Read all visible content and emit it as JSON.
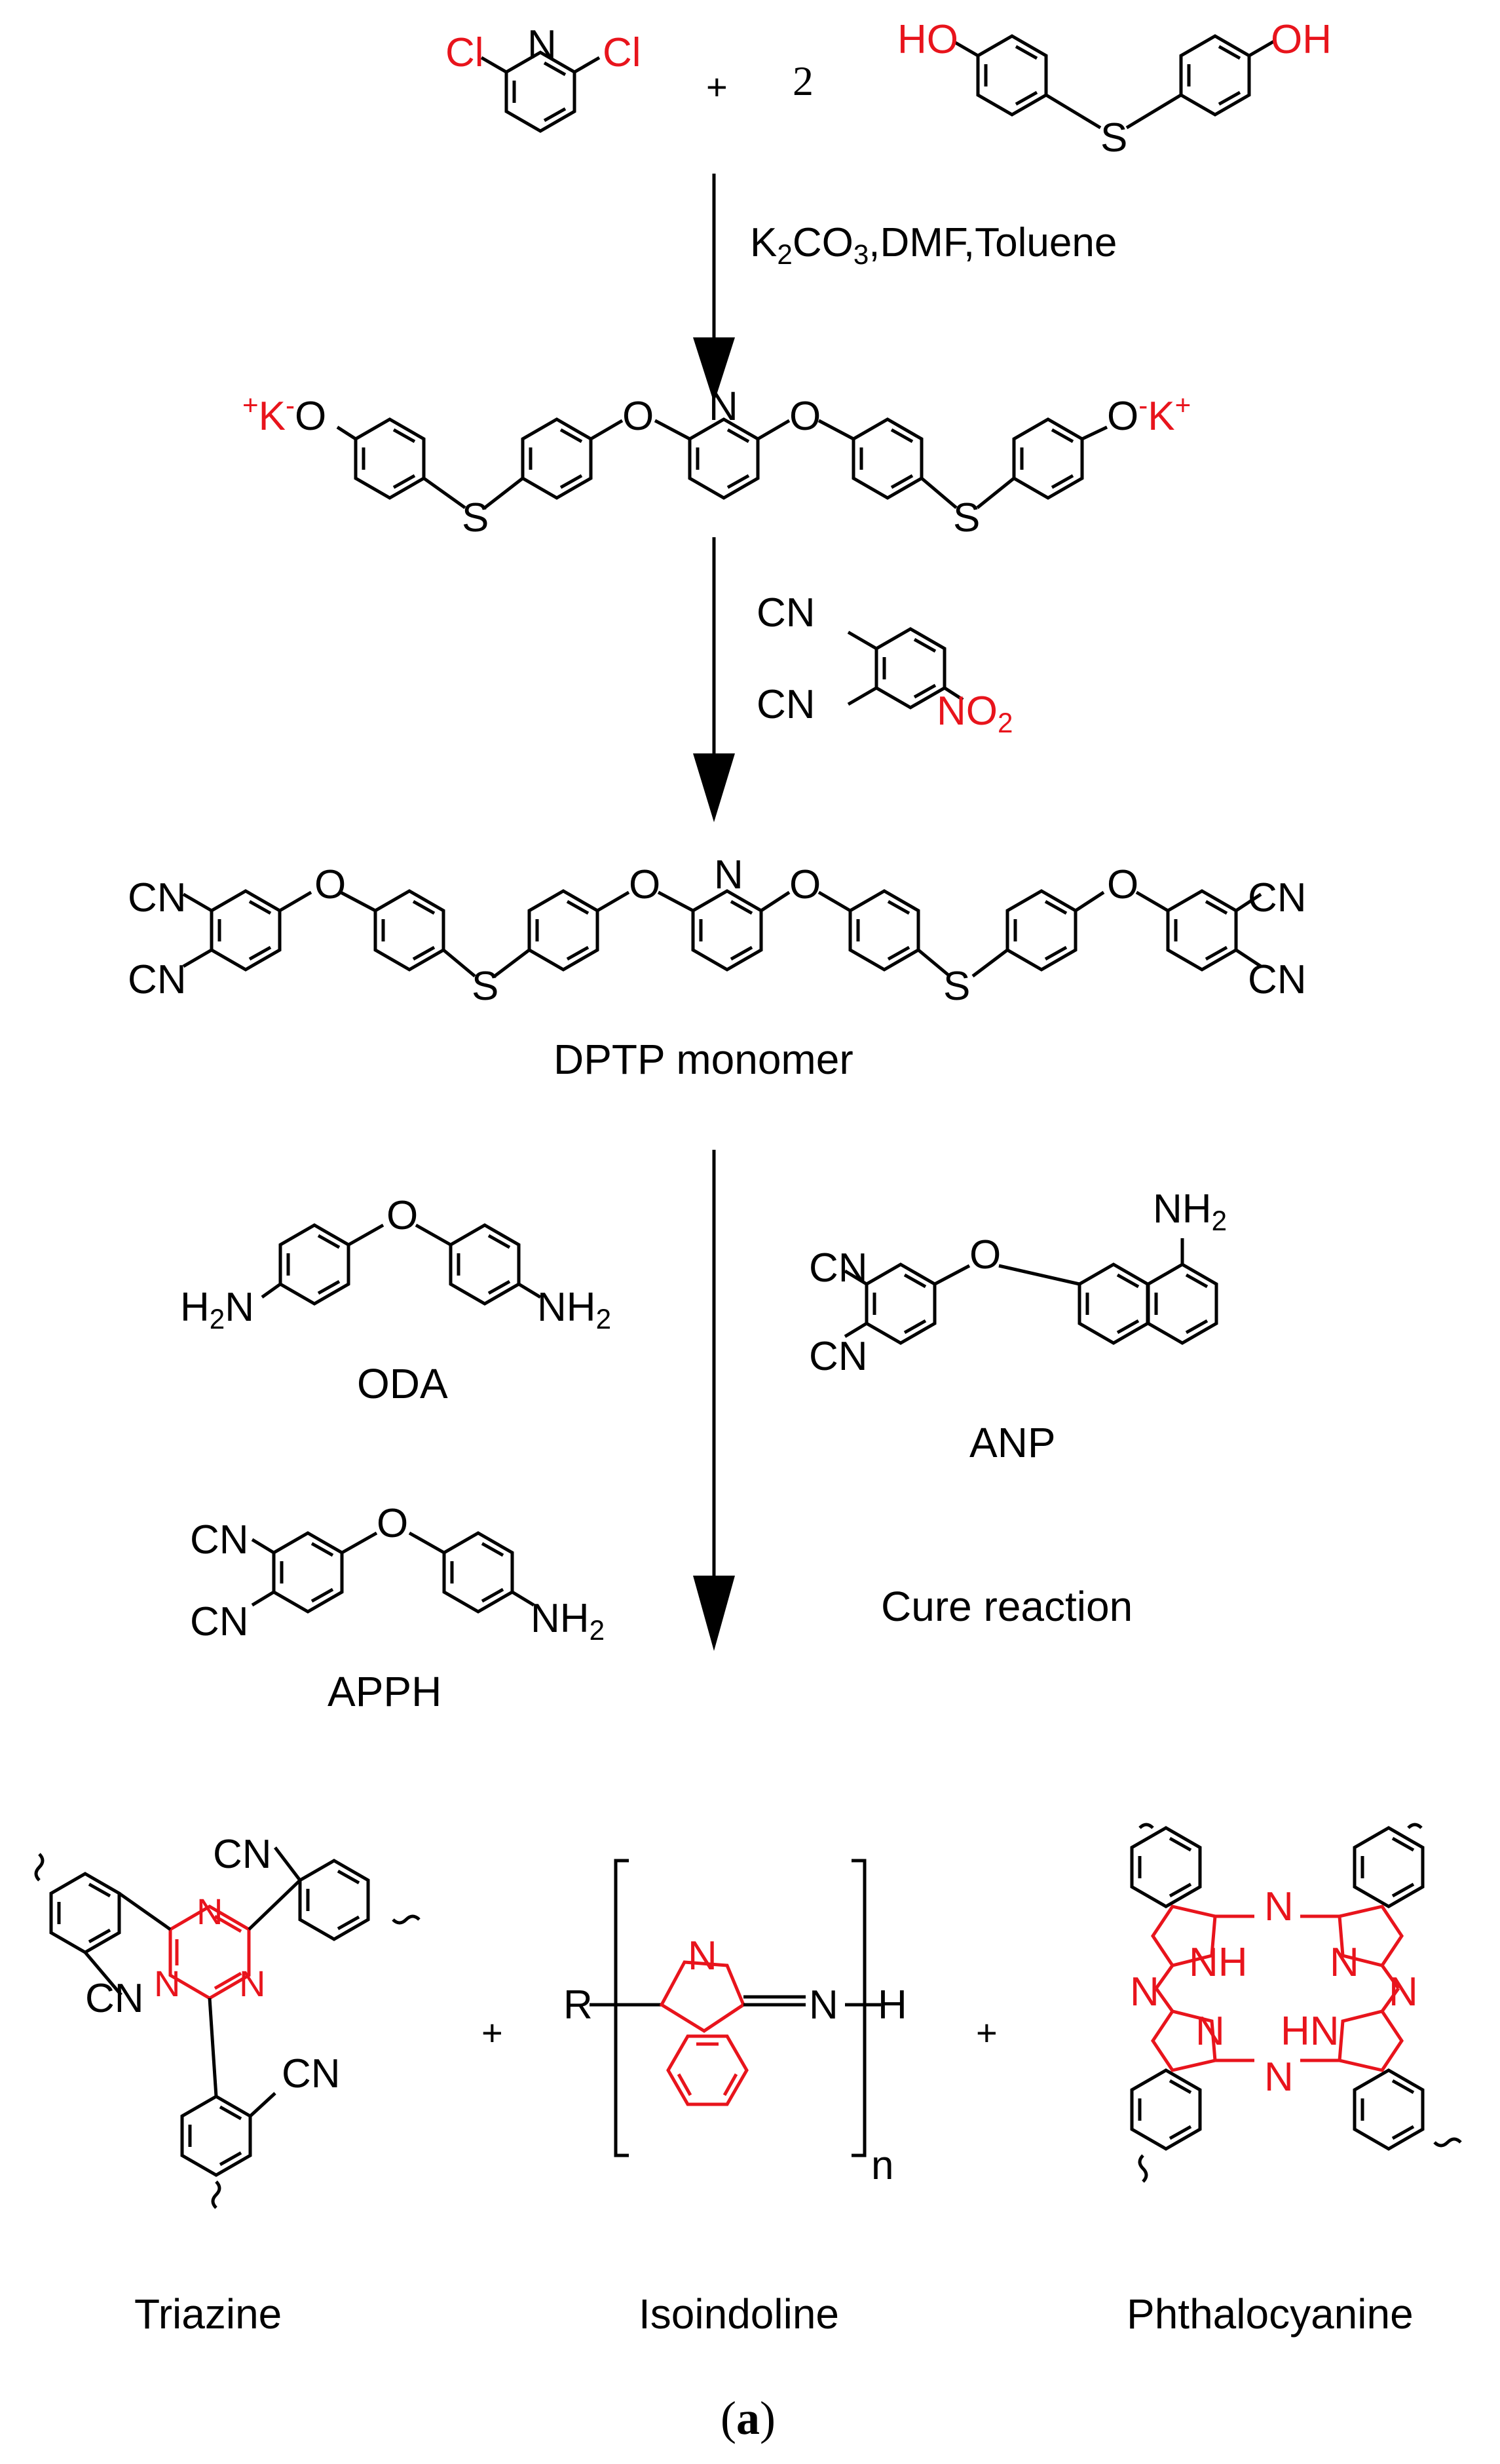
{
  "colors": {
    "ink": "#000000",
    "highlight": "#e8141c"
  },
  "step1": {
    "reactant_a": {
      "atom_cl_left": "Cl",
      "atom_n": "N",
      "atom_cl_right": "Cl"
    },
    "plus": "+",
    "coefficient": "2",
    "reactant_b": {
      "atom_ho": "HO",
      "atom_s": "S",
      "atom_oh": "OH"
    },
    "conditions": {
      "prefix": "K",
      "sub1": "2",
      "mid": "CO",
      "sub2": "3",
      "suffix": ",DMF,Toluene"
    }
  },
  "intermediate": {
    "left_ion": {
      "cation": "K",
      "cation_charge": "+",
      "anion": "O",
      "anion_charge": "-"
    },
    "right_ion": {
      "anion": "O",
      "anion_charge": "-",
      "cation": "K",
      "cation_charge": "+"
    },
    "atom_o": "O",
    "atom_n": "N",
    "atom_s": "S"
  },
  "step2": {
    "reagent": {
      "cn": "CN",
      "no2": "NO",
      "no2_sub": "2"
    }
  },
  "monomer": {
    "cn": "CN",
    "atom_o": "O",
    "atom_n": "N",
    "atom_s": "S",
    "name": "DPTP monomer"
  },
  "curing_agents": {
    "oda": {
      "h2n": "H",
      "h2n_sub": "2",
      "h2n_n": "N",
      "nh2": "NH",
      "nh2_sub": "2",
      "atom_o": "O",
      "name": "ODA"
    },
    "anp": {
      "cn": "CN",
      "atom_o": "O",
      "nh2": "NH",
      "nh2_sub": "2",
      "name": "ANP"
    },
    "apph": {
      "cn": "CN",
      "atom_o": "O",
      "nh2": "NH",
      "nh2_sub": "2",
      "name": "APPH"
    },
    "step_label": "Cure reaction"
  },
  "products": {
    "triazine": {
      "cn": "CN",
      "atom_n": "N",
      "name": "Triazine"
    },
    "isoindoline": {
      "r": "R",
      "atom_n": "N",
      "imine": "N",
      "h": "H",
      "n": "n",
      "name": "Isoindoline"
    },
    "phthalocyanine": {
      "atom_n": "N",
      "nh": "NH",
      "hn": "HN",
      "name": "Phthalocyanine"
    },
    "plus": "+"
  },
  "figure_label": {
    "open": "(",
    "letter": "a",
    "close": ")"
  }
}
